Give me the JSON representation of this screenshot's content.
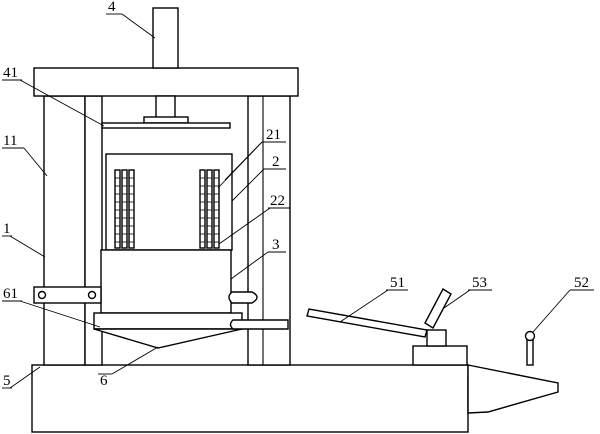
{
  "labels": {
    "l4": "4",
    "l41": "41",
    "l11": "11",
    "l1": "1",
    "l21": "21",
    "l2": "2",
    "l22": "22",
    "l3": "3",
    "l61": "61",
    "l6": "6",
    "l5": "5",
    "l51": "51",
    "l53": "53",
    "l52": "52"
  }
}
